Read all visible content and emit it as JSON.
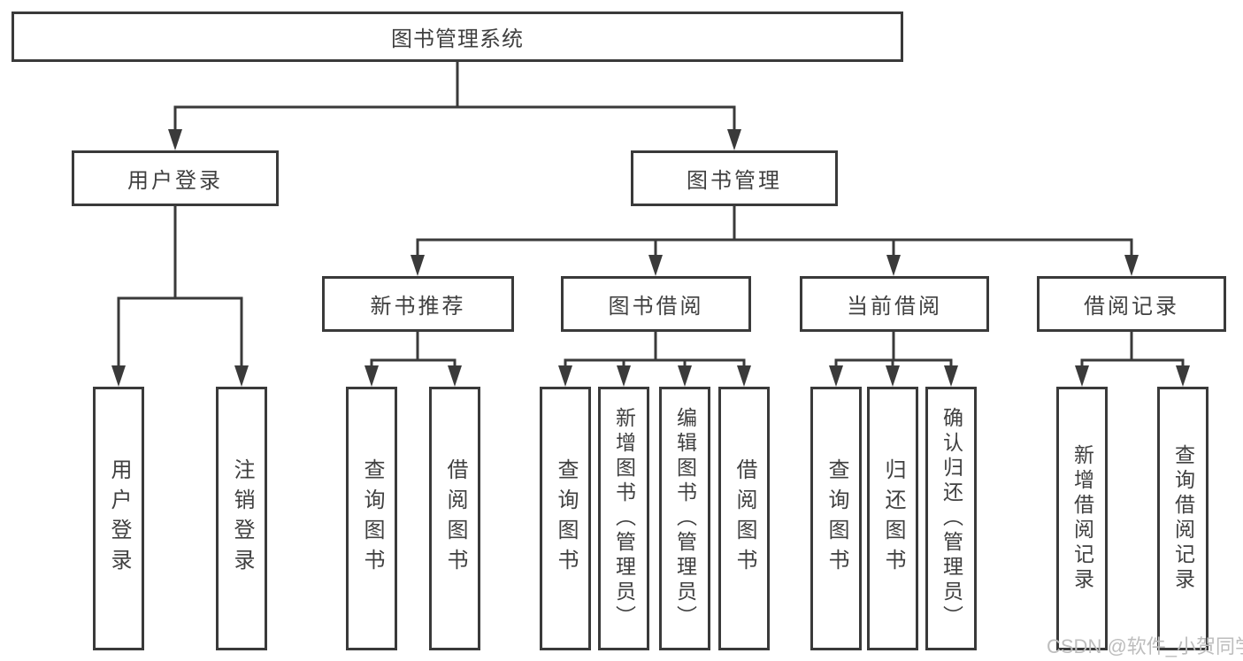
{
  "colors": {
    "line": "#3a3a3a",
    "border": "#3a3a3a",
    "text": "#404040",
    "watermark": "#bdbdbd",
    "background": "#ffffff"
  },
  "nodes": {
    "root": {
      "label": "图书管理系统"
    },
    "user_login": {
      "label": "用户登录"
    },
    "book_mgmt": {
      "label": "图书管理"
    },
    "new_book_rec": {
      "label": "新书推荐"
    },
    "book_borrow": {
      "label": "图书借阅"
    },
    "current_borrow": {
      "label": "当前借阅"
    },
    "borrow_records": {
      "label": "借阅记录"
    },
    "leaf_user_login": {
      "label": "用户登录"
    },
    "leaf_logout": {
      "label": "注销登录"
    },
    "leaf_query_book_1": {
      "label": "查询图书"
    },
    "leaf_borrow_book_1": {
      "label": "借阅图书"
    },
    "leaf_query_book_2": {
      "label": "查询图书"
    },
    "leaf_add_book": {
      "label": "新增图书（管理员）"
    },
    "leaf_edit_book": {
      "label": "编辑图书（管理员）"
    },
    "leaf_borrow_book_2": {
      "label": "借阅图书"
    },
    "leaf_query_book_3": {
      "label": "查询图书"
    },
    "leaf_return_book": {
      "label": "归还图书"
    },
    "leaf_confirm_return": {
      "label": "确认归还（管理员）"
    },
    "leaf_add_record": {
      "label": "新增借阅记录"
    },
    "leaf_query_record": {
      "label": "查询借阅记录"
    }
  },
  "hierarchy": {
    "root": [
      "user_login",
      "book_mgmt"
    ],
    "user_login": [
      "leaf_user_login",
      "leaf_logout"
    ],
    "book_mgmt": [
      "new_book_rec",
      "book_borrow",
      "current_borrow",
      "borrow_records"
    ],
    "new_book_rec": [
      "leaf_query_book_1",
      "leaf_borrow_book_1"
    ],
    "book_borrow": [
      "leaf_query_book_2",
      "leaf_add_book",
      "leaf_edit_book",
      "leaf_borrow_book_2"
    ],
    "current_borrow": [
      "leaf_query_book_3",
      "leaf_return_book",
      "leaf_confirm_return"
    ],
    "borrow_records": [
      "leaf_add_record",
      "leaf_query_record"
    ]
  },
  "watermark": {
    "text": "CSDN @软件_小贺同学"
  }
}
